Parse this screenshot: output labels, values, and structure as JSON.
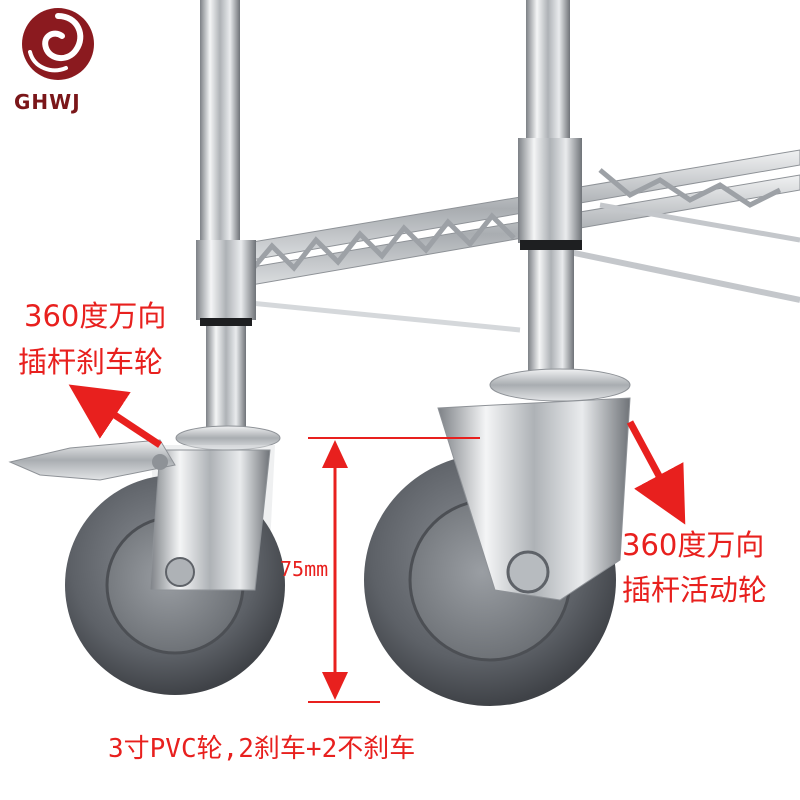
{
  "brand": {
    "name": "GHWJ",
    "logo_icon": "swirl-logo-icon",
    "color": "#8b1a1f"
  },
  "annotations": {
    "brake_caster": {
      "line1": "360度万向",
      "line2": "插杆刹车轮"
    },
    "swivel_caster": {
      "line1": "360度万向",
      "line2": "插杆活动轮"
    },
    "dimension": "75mm",
    "caption": "3寸PVC轮,2刹车+2不刹车"
  },
  "colors": {
    "annotation_red": "#e8201e",
    "chrome": "#c9ccd0",
    "tire_gray": "#5e6268"
  }
}
